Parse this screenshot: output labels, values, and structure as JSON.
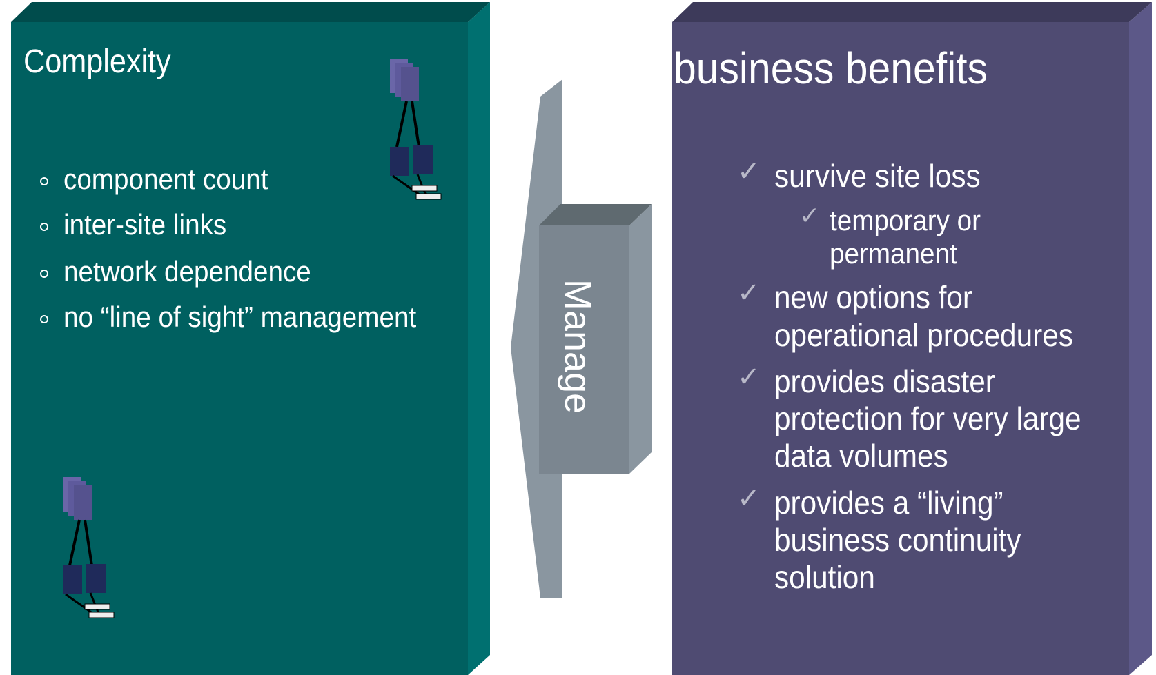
{
  "left_panel": {
    "title": "Complexity",
    "bullets": [
      "component count",
      "inter-site links",
      "network dependence",
      "no “line of sight” management"
    ],
    "color": "#006060"
  },
  "center_arrow": {
    "label": "Manage",
    "color": "#7b8690"
  },
  "right_panel": {
    "title": "business benefits",
    "color": "#4f4b72",
    "items": [
      {
        "lines": [
          "survive site loss"
        ]
      },
      {
        "lines": [
          "temporary or",
          "permanent"
        ],
        "sub": true
      },
      {
        "lines": [
          "new options for",
          "operational procedures"
        ]
      },
      {
        "lines": [
          "provides disaster",
          "protection for very large",
          "data volumes"
        ]
      },
      {
        "lines": [
          "provides a “living”",
          "business continuity",
          "solution"
        ]
      }
    ]
  },
  "icons": [
    "server-cluster-icon",
    "server-cluster-icon"
  ]
}
